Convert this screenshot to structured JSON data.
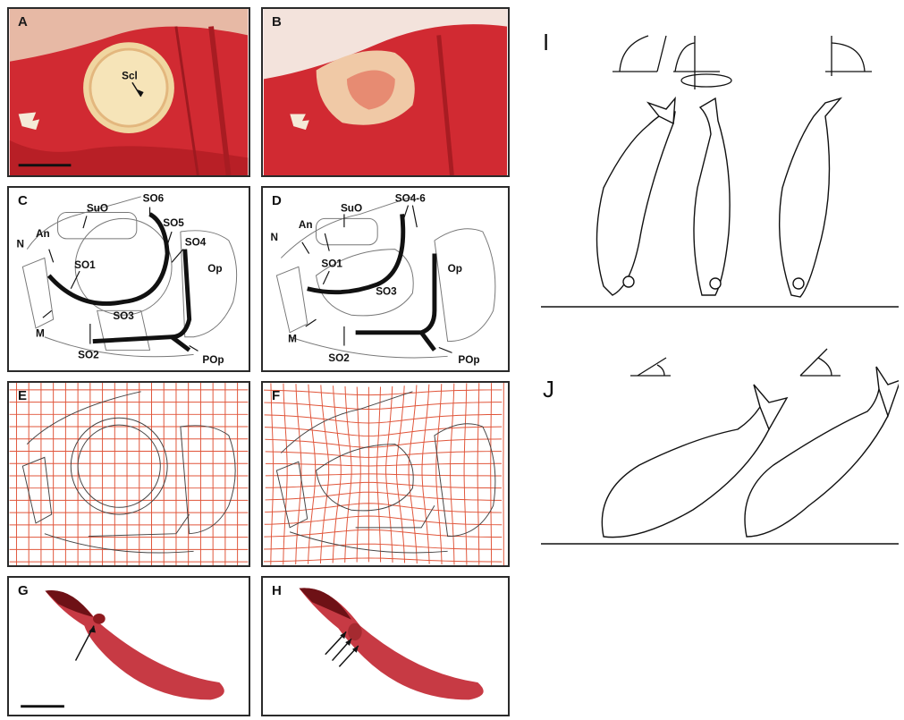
{
  "panels": {
    "A": {
      "letter": "A",
      "scl": "Scl"
    },
    "B": {
      "letter": "B"
    },
    "C": {
      "letter": "C",
      "labels": {
        "suo": "SuO",
        "so6": "SO6",
        "so5": "SO5",
        "so4": "SO4",
        "an": "An",
        "n": "N",
        "so1": "SO1",
        "op": "Op",
        "so3": "SO3",
        "m": "M",
        "so2": "SO2",
        "pop": "POp"
      }
    },
    "D": {
      "letter": "D",
      "labels": {
        "suo": "SuO",
        "so46": "SO4-6",
        "an": "An",
        "n": "N",
        "so1": "SO1",
        "op": "Op",
        "so3": "SO3",
        "m": "M",
        "so2": "SO2",
        "pop": "POp"
      }
    },
    "E": {
      "letter": "E"
    },
    "F": {
      "letter": "F"
    },
    "G": {
      "letter": "G"
    },
    "H": {
      "letter": "H"
    }
  },
  "right": {
    "I": "I",
    "J": "J"
  },
  "colors": {
    "tissue": "#c8232a",
    "grid": "#e0553a",
    "bone": "#f4d9a8",
    "ink": "#111111"
  }
}
